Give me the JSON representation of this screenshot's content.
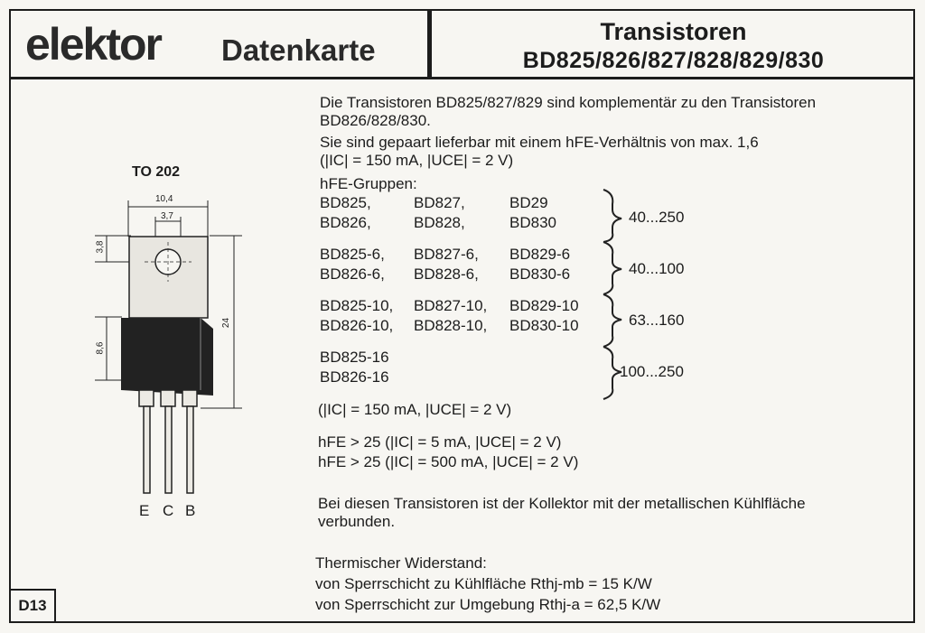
{
  "header": {
    "logo": "elektor",
    "logo_sub": "Datenkarte",
    "title": "Transistoren",
    "models": "BD825/826/827/828/829/830"
  },
  "package": {
    "name": "TO 202",
    "dims": [
      "10,4",
      "3,7",
      "3,8",
      "8,6",
      "24"
    ],
    "pins": [
      "E",
      "C",
      "B"
    ]
  },
  "text": {
    "intro1": "Die Transistoren BD825/827/829 sind komplementär zu den Transistoren",
    "intro2": "BD826/828/830.",
    "pair1": "Sie sind gepaart lieferbar mit einem hFE-Verhältnis von max. 1,6",
    "cond1": "(|IC| = 150 mA, |UCE| = 2 V)",
    "groups_heading": "hFE-Gruppen:",
    "groups": [
      {
        "rows": [
          [
            "BD825,",
            "BD827,",
            "BD29"
          ],
          [
            "BD826,",
            "BD828,",
            "BD830"
          ]
        ],
        "range": "40...250"
      },
      {
        "rows": [
          [
            "BD825-6,",
            "BD827-6,",
            "BD829-6"
          ],
          [
            "BD826-6,",
            "BD828-6,",
            "BD830-6"
          ]
        ],
        "range": "40...100"
      },
      {
        "rows": [
          [
            "BD825-10,",
            "BD827-10,",
            "BD829-10"
          ],
          [
            "BD826-10,",
            "BD828-10,",
            "BD830-10"
          ]
        ],
        "range": "63...160"
      },
      {
        "rows": [
          [
            "BD825-16",
            "",
            ""
          ],
          [
            "BD826-16",
            "",
            ""
          ]
        ],
        "range": "100...250"
      }
    ],
    "cond2": "(|IC| = 150 mA, |UCE| = 2 V)",
    "hfe1": "hFE > 25 (|IC| = 5 mA, |UCE| = 2 V)",
    "hfe2": "hFE > 25 (|IC| = 500 mA, |UCE| = 2 V)",
    "collector1": "Bei diesen Transistoren ist der Kollektor mit der metallischen Kühlfläche",
    "collector2": "verbunden.",
    "thermal_heading": "Thermischer Widerstand:",
    "thermal1": "von Sperrschicht zu Kühlfläche Rthj-mb = 15 K/W",
    "thermal2": "von Sperrschicht zur Umgebung Rthj-a = 62,5 K/W"
  },
  "badge": "D13"
}
